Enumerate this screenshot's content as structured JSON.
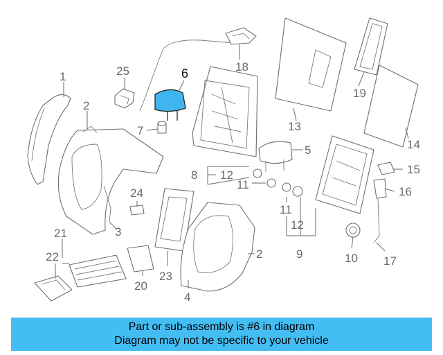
{
  "callouts": [
    "1",
    "2",
    "2",
    "3",
    "4",
    "5",
    "6",
    "7",
    "8",
    "9",
    "10",
    "11",
    "11",
    "12",
    "12",
    "13",
    "14",
    "15",
    "16",
    "17",
    "18",
    "19",
    "20",
    "21",
    "22",
    "23",
    "24",
    "25"
  ],
  "highlight_part": "6",
  "banner": {
    "line1": "Part or sub-assembly is #6 in diagram",
    "line2": "Diagram may not be specific to your vehicle",
    "background": "#44bdf3"
  },
  "colors": {
    "highlight": "#3fb6ef",
    "line": "#6e6e6e"
  }
}
